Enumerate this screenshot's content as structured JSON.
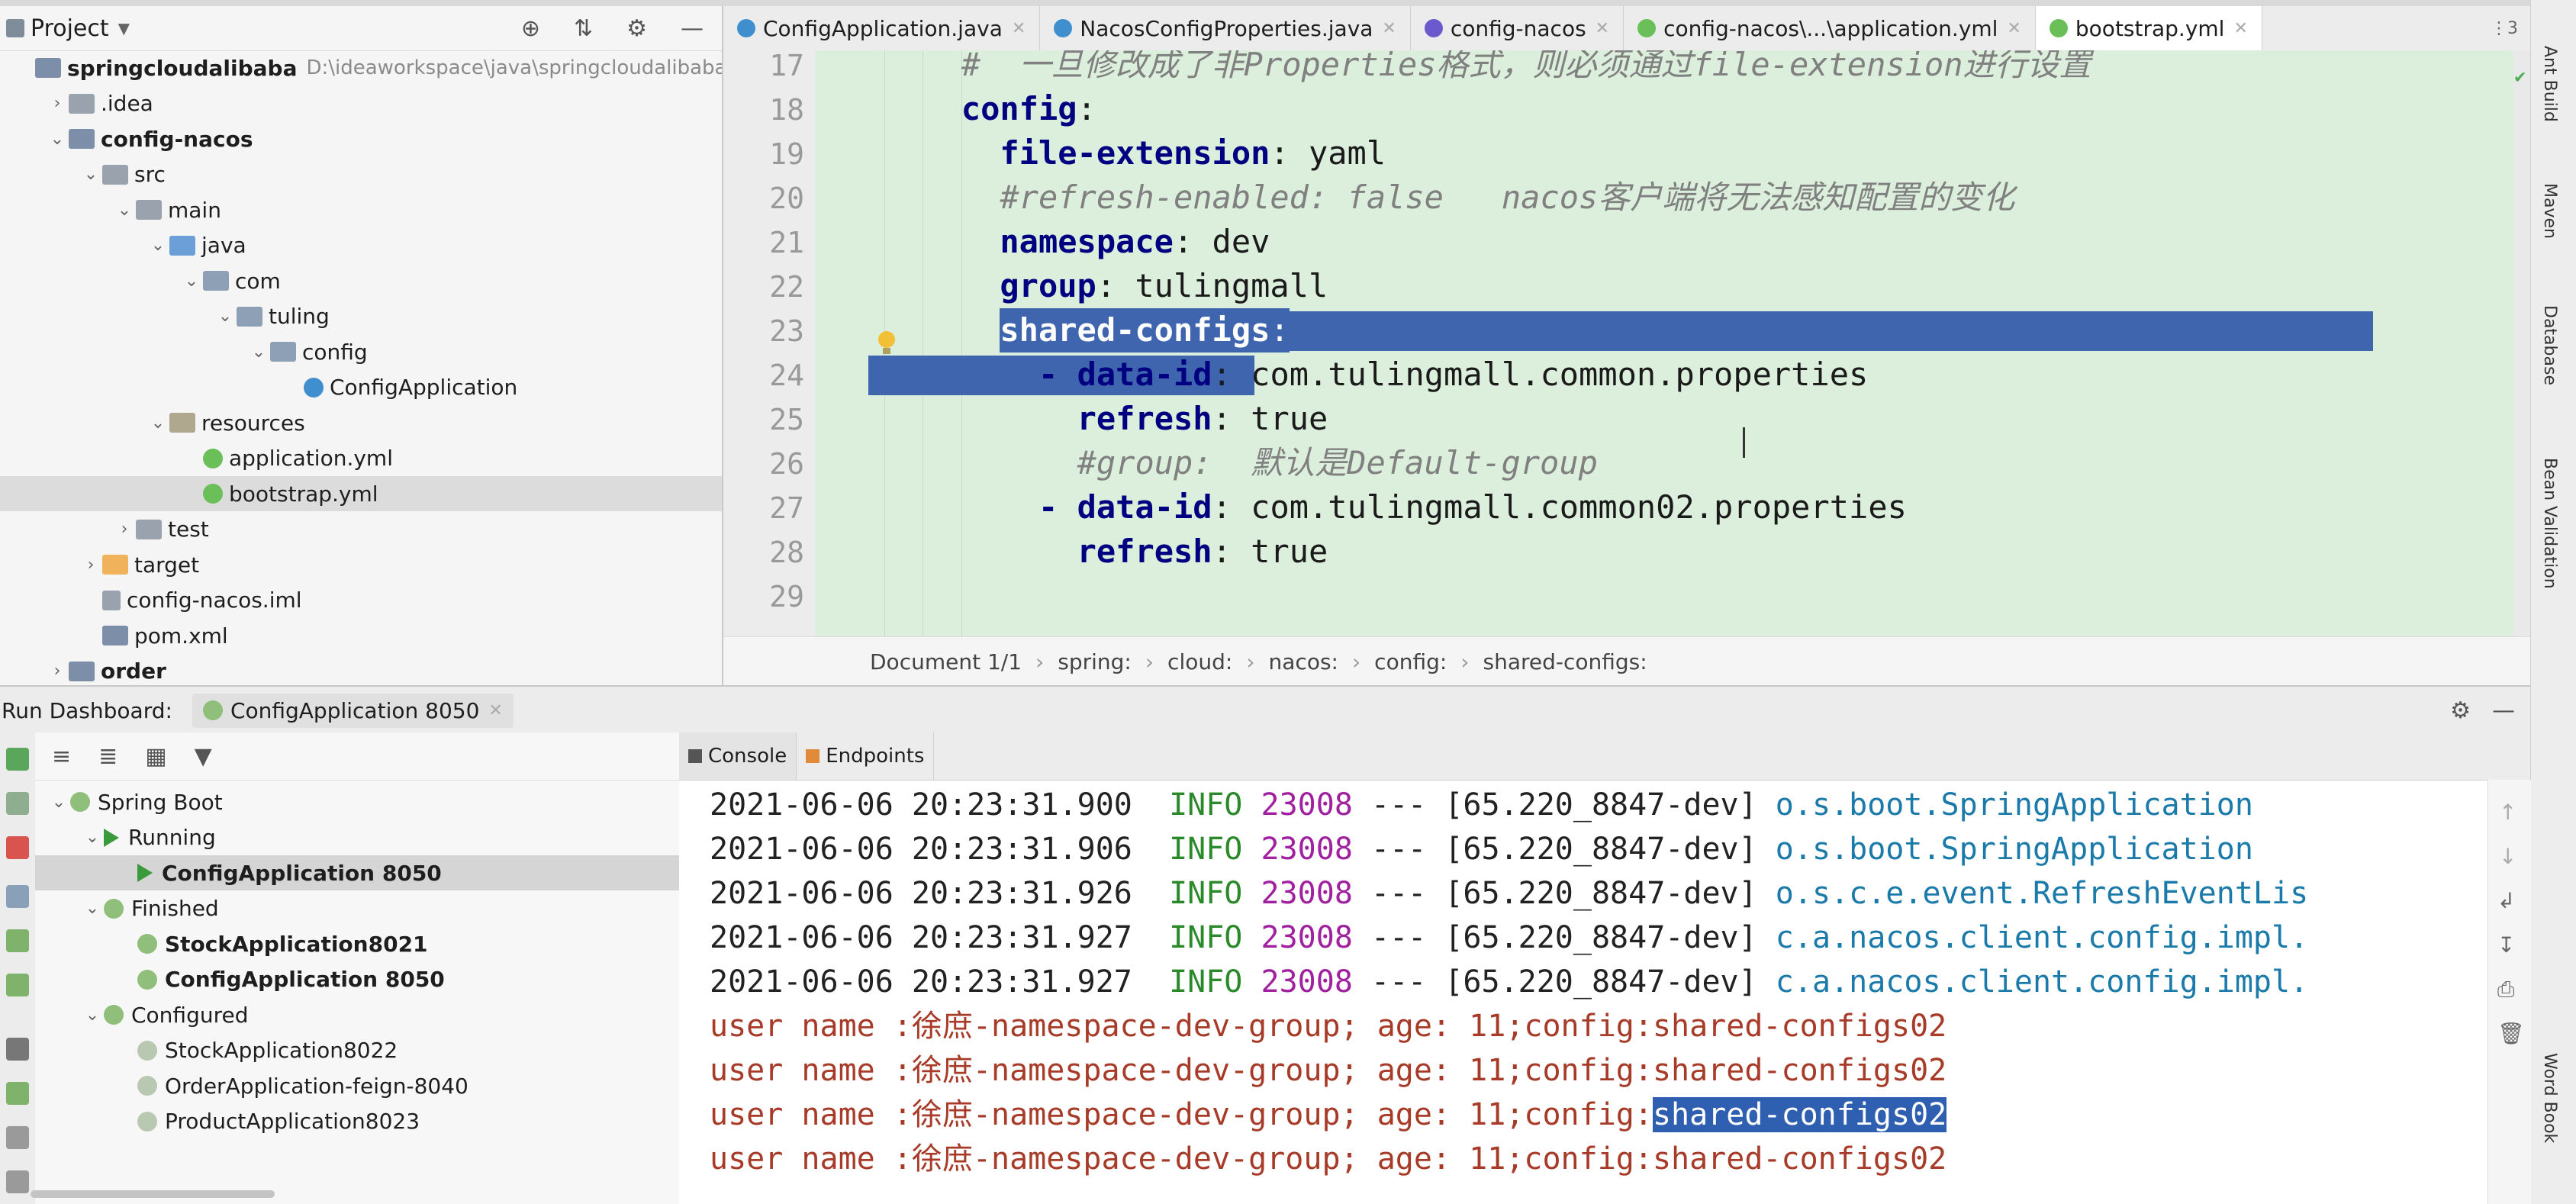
{
  "project_panel": {
    "title": "Project",
    "tree": [
      {
        "label": "springcloudalibaba",
        "path": "D:\\ideaworkspace\\java\\springcloudalibaba",
        "bold": true,
        "depth": 0,
        "icon": "module-icon"
      },
      {
        "label": ".idea",
        "depth": 1,
        "arrow": "right",
        "icon": "folder-icon"
      },
      {
        "label": "config-nacos",
        "depth": 1,
        "arrow": "down",
        "bold": true,
        "icon": "module-icon"
      },
      {
        "label": "src",
        "depth": 2,
        "arrow": "down",
        "icon": "folder-icon"
      },
      {
        "label": "main",
        "depth": 3,
        "arrow": "down",
        "icon": "folder-icon"
      },
      {
        "label": "java",
        "depth": 4,
        "arrow": "down",
        "icon": "source-folder-icon"
      },
      {
        "label": "com",
        "depth": 5,
        "arrow": "down",
        "icon": "package-icon"
      },
      {
        "label": "tuling",
        "depth": 6,
        "arrow": "down",
        "icon": "package-icon"
      },
      {
        "label": "config",
        "depth": 7,
        "arrow": "down",
        "icon": "package-icon"
      },
      {
        "label": "ConfigApplication",
        "depth": 8,
        "icon": "spring-class-icon"
      },
      {
        "label": "resources",
        "depth": 4,
        "arrow": "down",
        "icon": "resources-folder-icon"
      },
      {
        "label": "application.yml",
        "depth": 5,
        "icon": "yml-file-icon"
      },
      {
        "label": "bootstrap.yml",
        "depth": 5,
        "icon": "yml-file-icon",
        "selected": true
      },
      {
        "label": "test",
        "depth": 3,
        "arrow": "right",
        "icon": "folder-icon"
      },
      {
        "label": "target",
        "depth": 2,
        "arrow": "right",
        "icon": "excluded-folder-icon"
      },
      {
        "label": "config-nacos.iml",
        "depth": 2,
        "icon": "iml-file-icon"
      },
      {
        "label": "pom.xml",
        "depth": 2,
        "icon": "maven-file-icon"
      },
      {
        "label": "order",
        "depth": 1,
        "arrow": "right",
        "bold": true,
        "icon": "module-icon"
      }
    ]
  },
  "editor": {
    "tabs": [
      {
        "label": "ConfigApplication.java",
        "icon": "spring-class-icon",
        "color": "#3f8fce"
      },
      {
        "label": "NacosConfigProperties.java",
        "icon": "class-icon",
        "color": "#3f8fce"
      },
      {
        "label": "config-nacos",
        "icon": "maven-icon",
        "color": "#6a5acd"
      },
      {
        "label": "config-nacos\\...\\application.yml",
        "icon": "yml-file-icon",
        "color": "#6bbf59"
      },
      {
        "label": "bootstrap.yml",
        "icon": "yml-file-icon",
        "color": "#6bbf59",
        "active": true
      }
    ],
    "tab_overflow": "⋮3",
    "lines": [
      {
        "n": "17",
        "indent": 6,
        "parts": [
          {
            "t": "#  一旦修改成了非Properties格式，则必须通过file-extension进行设置",
            "c": "c"
          }
        ]
      },
      {
        "n": "18",
        "indent": 6,
        "parts": [
          {
            "t": "config",
            "c": "k"
          },
          {
            "t": ":",
            "c": "v"
          }
        ]
      },
      {
        "n": "19",
        "indent": 8,
        "parts": [
          {
            "t": "file-extension",
            "c": "k"
          },
          {
            "t": ": yaml",
            "c": "v"
          }
        ]
      },
      {
        "n": "20",
        "indent": 8,
        "parts": [
          {
            "t": "#refresh-enabled: false   nacos客户端将无法感知配置的变化",
            "c": "c"
          }
        ]
      },
      {
        "n": "21",
        "indent": 8,
        "parts": [
          {
            "t": "namespace",
            "c": "k"
          },
          {
            "t": ": dev",
            "c": "v"
          }
        ]
      },
      {
        "n": "22",
        "indent": 8,
        "parts": [
          {
            "t": "group",
            "c": "k"
          },
          {
            "t": ": tulingmall",
            "c": "v"
          }
        ]
      },
      {
        "n": "23",
        "indent": 8,
        "parts": [
          {
            "t": "shared-configs",
            "c": "k"
          },
          {
            "t": ":",
            "c": "v"
          }
        ],
        "sel": "tail"
      },
      {
        "n": "24",
        "indent": 10,
        "parts": [
          {
            "t": "- ",
            "c": "k"
          },
          {
            "t": "data-id",
            "c": "k"
          },
          {
            "t": ": com.tulingmall.common.properties",
            "c": "v"
          }
        ],
        "sel": "head"
      },
      {
        "n": "25",
        "indent": 12,
        "parts": [
          {
            "t": "refresh",
            "c": "k"
          },
          {
            "t": ": true",
            "c": "v"
          }
        ]
      },
      {
        "n": "26",
        "indent": 12,
        "parts": [
          {
            "t": "#group:  默认是Default-group",
            "c": "c"
          }
        ]
      },
      {
        "n": "27",
        "indent": 10,
        "parts": [
          {
            "t": "- ",
            "c": "k"
          },
          {
            "t": "data-id",
            "c": "k"
          },
          {
            "t": ": com.tulingmall.common02.properties",
            "c": "v"
          }
        ]
      },
      {
        "n": "28",
        "indent": 12,
        "parts": [
          {
            "t": "refresh",
            "c": "k"
          },
          {
            "t": ": true",
            "c": "v"
          }
        ]
      },
      {
        "n": "29",
        "indent": 0,
        "parts": []
      }
    ],
    "breadcrumbs": [
      "Document 1/1",
      "spring:",
      "cloud:",
      "nacos:",
      "config:",
      "shared-configs:"
    ]
  },
  "right_strip": [
    "Ant Build",
    "Maven",
    "Database",
    "Bean Validation",
    "Word Book"
  ],
  "run_dashboard": {
    "title": "Run Dashboard:",
    "active_tab": "ConfigApplication 8050",
    "tree": [
      {
        "label": "Spring Boot",
        "depth": 0,
        "arrow": "down",
        "icon": "spring-boot-icon"
      },
      {
        "label": "Running",
        "depth": 1,
        "arrow": "down",
        "icon": "play-icon"
      },
      {
        "label": "ConfigApplication 8050",
        "depth": 2,
        "icon": "play-icon",
        "bold": true,
        "selected": true
      },
      {
        "label": "Finished",
        "depth": 1,
        "arrow": "down",
        "icon": "rerun-icon"
      },
      {
        "label": "StockApplication8021",
        "depth": 2,
        "icon": "spring-leaf-icon",
        "bold": true
      },
      {
        "label": "ConfigApplication 8050",
        "depth": 2,
        "icon": "spring-leaf-icon",
        "bold": true
      },
      {
        "label": "Configured",
        "depth": 1,
        "arrow": "down",
        "icon": "wrench-icon"
      },
      {
        "label": "StockApplication8022",
        "depth": 2,
        "icon": "spring-leaf-icon"
      },
      {
        "label": "OrderApplication-feign-8040",
        "depth": 2,
        "icon": "spring-leaf-icon"
      },
      {
        "label": "ProductApplication8023",
        "depth": 2,
        "icon": "spring-leaf-icon"
      }
    ],
    "console_tabs": [
      "Console",
      "Endpoints"
    ],
    "logs": [
      {
        "ts": "2021-06-06 20:23:31.900",
        "lvl": "INFO",
        "pid": "23008",
        "mid": " --- [65.220_8847-dev] ",
        "cls": "o.s.boot.SpringApplication"
      },
      {
        "ts": "2021-06-06 20:23:31.906",
        "lvl": "INFO",
        "pid": "23008",
        "mid": " --- [65.220_8847-dev] ",
        "cls": "o.s.boot.SpringApplication"
      },
      {
        "ts": "2021-06-06 20:23:31.926",
        "lvl": "INFO",
        "pid": "23008",
        "mid": " --- [65.220_8847-dev] ",
        "cls": "o.s.c.e.event.RefreshEventLis"
      },
      {
        "ts": "2021-06-06 20:23:31.927",
        "lvl": "INFO",
        "pid": "23008",
        "mid": " --- [65.220_8847-dev] ",
        "cls": "c.a.nacos.client.config.impl."
      },
      {
        "ts": "2021-06-06 20:23:31.927",
        "lvl": "INFO",
        "pid": "23008",
        "mid": " --- [65.220_8847-dev] ",
        "cls": "c.a.nacos.client.config.impl."
      }
    ],
    "outputs": [
      {
        "prefix": "user name :徐庶-namespace-dev-group; age: 11;config:",
        "value": "shared-configs02"
      },
      {
        "prefix": "user name :徐庶-namespace-dev-group; age: 11;config:",
        "value": "shared-configs02"
      },
      {
        "prefix": "user name :徐庶-namespace-dev-group; age: 11;config:",
        "value": "shared-configs02",
        "highlight": true
      },
      {
        "prefix": "user name :徐庶-namespace-dev-group; age: 11;config:",
        "value": "shared-configs02"
      }
    ]
  }
}
